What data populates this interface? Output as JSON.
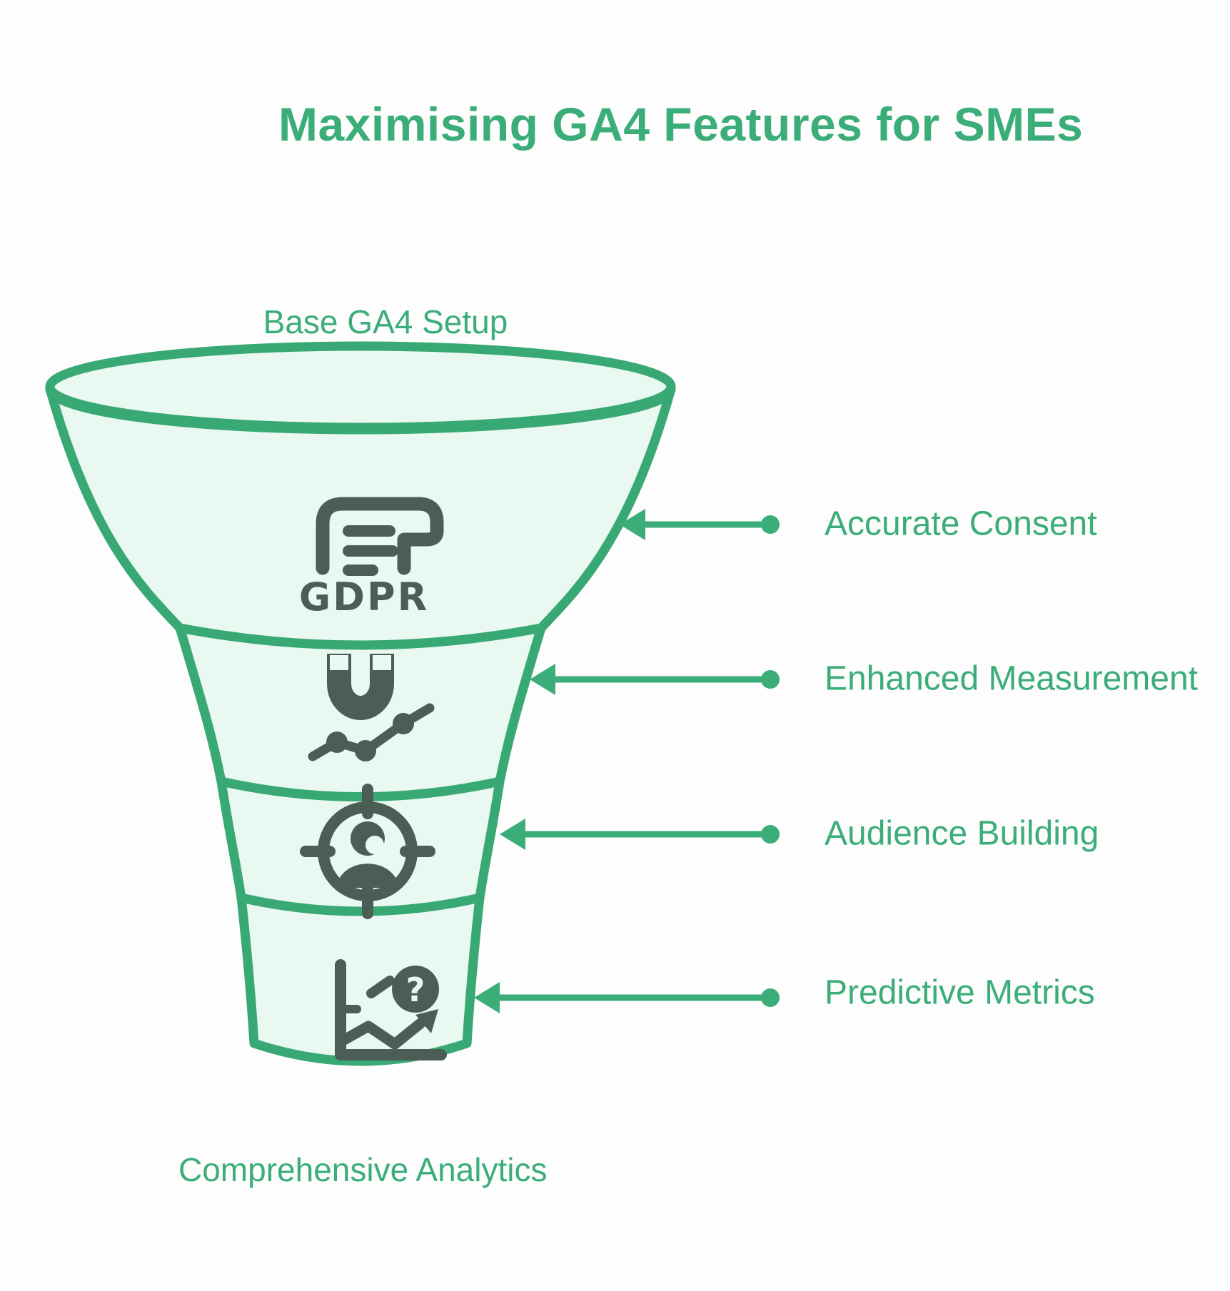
{
  "title": "Maximising GA4 Features for SMEs",
  "funnel": {
    "top_label": "Base GA4 Setup",
    "bottom_label": "Comprehensive Analytics",
    "stages": [
      {
        "label": "Accurate Consent",
        "icon": "gdpr-document-icon",
        "icon_text": "GDPR"
      },
      {
        "label": "Enhanced Measurement",
        "icon": "magnet-trend-icon"
      },
      {
        "label": "Audience Building",
        "icon": "audience-target-icon"
      },
      {
        "label": "Predictive Metrics",
        "icon": "predictive-chart-icon",
        "icon_text": "?"
      }
    ]
  },
  "colors": {
    "green": "#3bad79",
    "funnel_stroke": "#38a974",
    "funnel_fill": "#e9f8f0",
    "icon_dark": "#4b5e55",
    "background": "#fdfdfd"
  }
}
